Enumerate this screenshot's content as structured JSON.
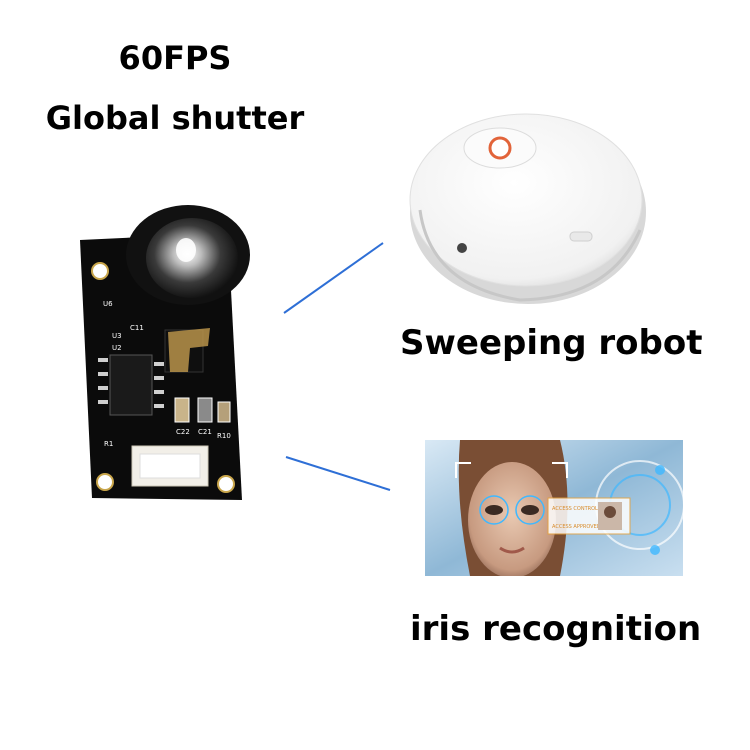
{
  "headline": {
    "fps": "60FPS",
    "shutter": "Global shutter"
  },
  "captions": {
    "robot": "Sweeping robot",
    "iris": "iris recognition"
  },
  "board_labels": {
    "u6": "U6",
    "u3": "U3",
    "u2": "U2",
    "c11": "C11",
    "c22": "C22",
    "c21": "C21",
    "r10": "R10",
    "r1": "R1"
  },
  "iris_panel": {
    "access_title": "ACCESS CONTROL",
    "access_status": "ACCESS APPROVED"
  },
  "colors": {
    "connector_line": "#2e6fd6",
    "board": "#0b0b0b",
    "robot_accent": "#e2643a",
    "iris_glow": "#3fb8ff"
  }
}
